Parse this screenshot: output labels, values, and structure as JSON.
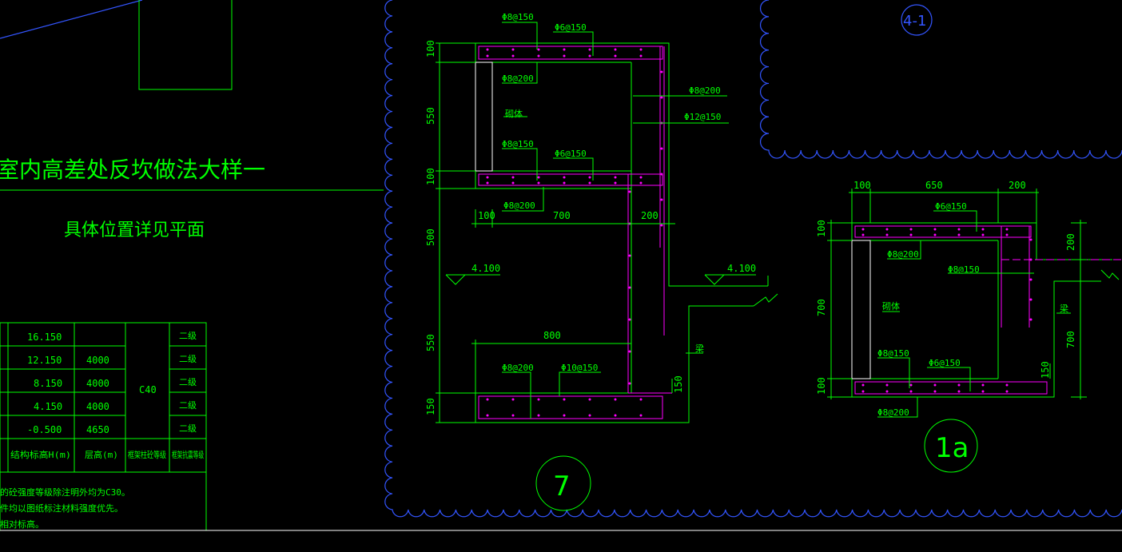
{
  "left_titles": {
    "main": "室内高差处反坎做法大样一",
    "sub": "具体位置详见平面"
  },
  "level_table": {
    "rows": [
      {
        "elev": "16.150",
        "height": "",
        "grade": "二级"
      },
      {
        "elev": "12.150",
        "height": "4000",
        "grade": "二级"
      },
      {
        "elev": "8.150",
        "height": "4000",
        "grade": "二级"
      },
      {
        "elev": "4.150",
        "height": "4000",
        "grade": "二级"
      },
      {
        "elev": "-0.500",
        "height": "4650",
        "grade": "二级"
      }
    ],
    "concrete": "C40",
    "headers": [
      "结构标高H(m)",
      "层高(m)",
      "框架柱砼等级",
      "框架抗震等级"
    ],
    "notes": [
      "的砼强度等级除注明外均为C30。",
      "件均以图纸标注材料强度优先。",
      "相对标高。"
    ]
  },
  "detail_7": {
    "marker": "7",
    "rebars": {
      "top_left": "Φ8@150",
      "top_right": "Φ6@150",
      "inner_top": "Φ8@200",
      "right_a": "Φ8@200",
      "right_b": "Φ12@150",
      "mid_left": "Φ8@150",
      "mid_right": "Φ6@150",
      "mid_bottom": "Φ8@200",
      "bottom_left": "Φ8@200",
      "bottom_right": "Φ10@150"
    },
    "wall_label": "砌体",
    "beam_label": "梁",
    "levels": [
      "4.100",
      "4.100"
    ],
    "dims_vertical": [
      "100",
      "550",
      "100",
      "500",
      "550",
      "150"
    ],
    "dims_horizontal": [
      "100",
      "700",
      "200"
    ],
    "dim_800": "800",
    "dim_150": "150"
  },
  "detail_1a": {
    "marker": "1a",
    "dims_top": [
      "100",
      "650",
      "200"
    ],
    "dims_left": [
      "100",
      "700",
      "100"
    ],
    "dims_right": [
      "200",
      "700"
    ],
    "dim_150": "150",
    "rebars": {
      "top": "Φ6@150",
      "inner_top": "Φ8@200",
      "right": "Φ8@150",
      "bottom_left": "Φ8@150",
      "bottom_right": "Φ6@150",
      "bottom": "Φ8@200"
    },
    "wall_label": "砌体",
    "beam_label": "梁"
  },
  "detail_4_1": {
    "marker": "4-1"
  },
  "colors": {
    "background": "#000000",
    "line": "#00ff00",
    "rebar": "#ff00ff",
    "cloud": "#3355ff",
    "frame": "#ffffff"
  }
}
